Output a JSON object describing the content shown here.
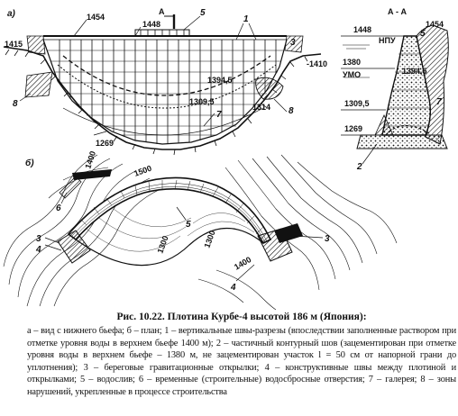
{
  "figure": {
    "panel_a_label": "а)",
    "panel_b_label": "б)",
    "section_label": "А - А",
    "section_arrow_label": "А",
    "elev_left_1454": "1454",
    "elev_1448": "1448",
    "elev_1415": "1415",
    "elev_1410": "-1410",
    "elev_1394_top": "1394,5",
    "elev_1309": "1309,5",
    "elev_1269": "1269",
    "elev_1314": "1314",
    "elev_sec_1448": "1448",
    "elev_sec_nplu": "НПУ",
    "elev_sec_1454": "1454",
    "elev_sec_1380": "1380",
    "elev_sec_umin": "УМО",
    "elev_sec_1394": "1394,5",
    "elev_sec_1309": "1309,5",
    "elev_sec_1269": "1269",
    "plan_1400": "1400",
    "plan_1500": "1500",
    "plan_1300a": "1300",
    "plan_1300b": "1300",
    "plan_1400b": "1400",
    "num_1": "1",
    "num_2": "2",
    "num_3": "3",
    "num_4": "4",
    "num_5": "5",
    "num_6": "6",
    "num_7": "7",
    "num_8": "8"
  },
  "caption": {
    "title": "Рис. 10.22. Плотина Курбе-4 высотой 186 м (Япония):",
    "body": "а – вид с нижнего бьефа; б – план; 1 – вертикальные швы-разрезы (впоследствии заполненные раствором при отметке уровня воды в верхнем бьефе 1400 м); 2 – частичный контурный шов (зацементирован при отметке уровня воды в верхнем бьефе – 1380 м, не зацементирован участок l = 50 см от напорной грани до уплотнения); 3 – береговые гравитационные открылки; 4 – конструктивные швы между плотиной и открылками; 5 – водослив; 6 – временные (строительные) водосбросные отверстия; 7 – галерея; 8 – зоны нарушений, укрепленные в процессе строительства"
  }
}
